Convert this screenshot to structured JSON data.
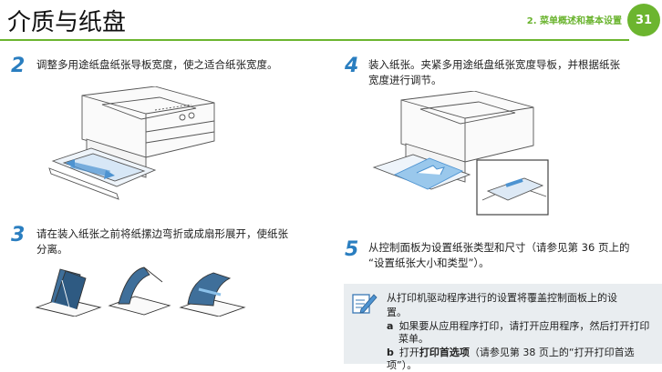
{
  "header": {
    "title": "介质与纸盘",
    "chapter": "2. 菜单概述和基本设置",
    "page_number": "31",
    "accent_color": "#6cb52f"
  },
  "steps": [
    {
      "num": "2",
      "text": "调整多用途纸盘纸张导板宽度，使之适合纸张宽度。"
    },
    {
      "num": "3",
      "text_line1": "请在装入纸张之前将纸摞边弯折或成扇形展开，使纸张",
      "text_line2": "分离。"
    },
    {
      "num": "4",
      "text_line1": "装入纸张。夹紧多用途纸盘纸张宽度导板，并根据纸张",
      "text_line2": "宽度进行调节。"
    },
    {
      "num": "5",
      "text_line1": "从控制面板为设置纸张类型和尺寸（请参见第 36 页上的",
      "text_line2": "“设置纸张大小和类型”）。"
    }
  ],
  "note": {
    "icon": "pencil-note-icon",
    "text_line1": "从打印机驱动程序进行的设置将覆盖控制面板上的设",
    "text_line2": "置。",
    "items": [
      {
        "label": "a",
        "text_line1": "如果要从应用程序打印，请打开应用程序，然后打开打印",
        "text_line2": "菜单。"
      },
      {
        "label": "b",
        "prefix": "打开",
        "keyword": "打印首选项",
        "suffix": "（请参见第 38 页上的“打开打印首选项”）。"
      }
    ]
  }
}
